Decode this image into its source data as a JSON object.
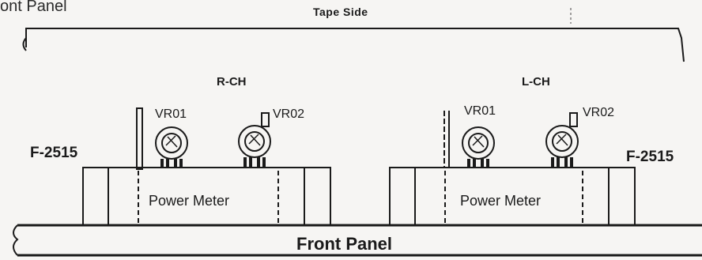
{
  "corner_label": "ont Panel",
  "top_label": "Tape Side",
  "bottom_label": "Front Panel",
  "units": [
    {
      "channel": "R-CH",
      "model": "F-2515",
      "vr1": "VR01",
      "vr2": "VR02",
      "meter": "Power Meter"
    },
    {
      "channel": "L-CH",
      "model": "F-2515",
      "vr1": "VR01",
      "vr2": "VR02",
      "meter": "Power Meter"
    }
  ]
}
